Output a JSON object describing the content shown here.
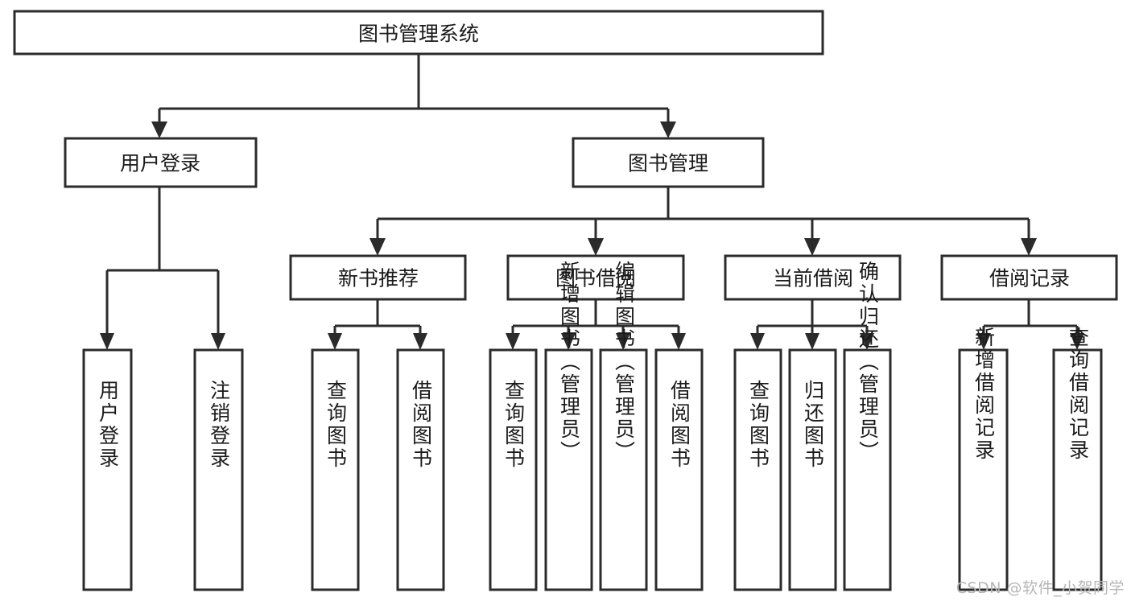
{
  "diagram": {
    "title": "图书管理系统",
    "type": "tree-hierarchy",
    "watermark": "CSDN @软件_小贺同学",
    "colors": {
      "stroke": "#2b2b2b",
      "fill": "#ffffff",
      "text": "#1a1a1a",
      "watermark": "#b6b6b6",
      "background": "#ffffff"
    },
    "root": {
      "label": "图书管理系统"
    },
    "level2": [
      {
        "label": "用户登录"
      },
      {
        "label": "图书管理"
      }
    ],
    "level3": [
      {
        "label": "新书推荐"
      },
      {
        "label": "图书借阅"
      },
      {
        "label": "当前借阅"
      },
      {
        "label": "借阅记录"
      }
    ],
    "leaves": {
      "user_login": [
        {
          "label": "用户登录"
        },
        {
          "label": "注销登录"
        }
      ],
      "new_book": [
        {
          "label": "查询图书"
        },
        {
          "label": "借阅图书"
        }
      ],
      "book_borrow": [
        {
          "label": "查询图书"
        },
        {
          "label": "新增图书（管理员）"
        },
        {
          "label": "编辑图书（管理员）"
        },
        {
          "label": "借阅图书"
        }
      ],
      "current_borrow": [
        {
          "label": "查询图书"
        },
        {
          "label": "归还图书"
        },
        {
          "label": "确认归还（管理员）"
        }
      ],
      "borrow_record": [
        {
          "label": "新增借阅记录"
        },
        {
          "label": "查询借阅记录"
        }
      ]
    }
  }
}
